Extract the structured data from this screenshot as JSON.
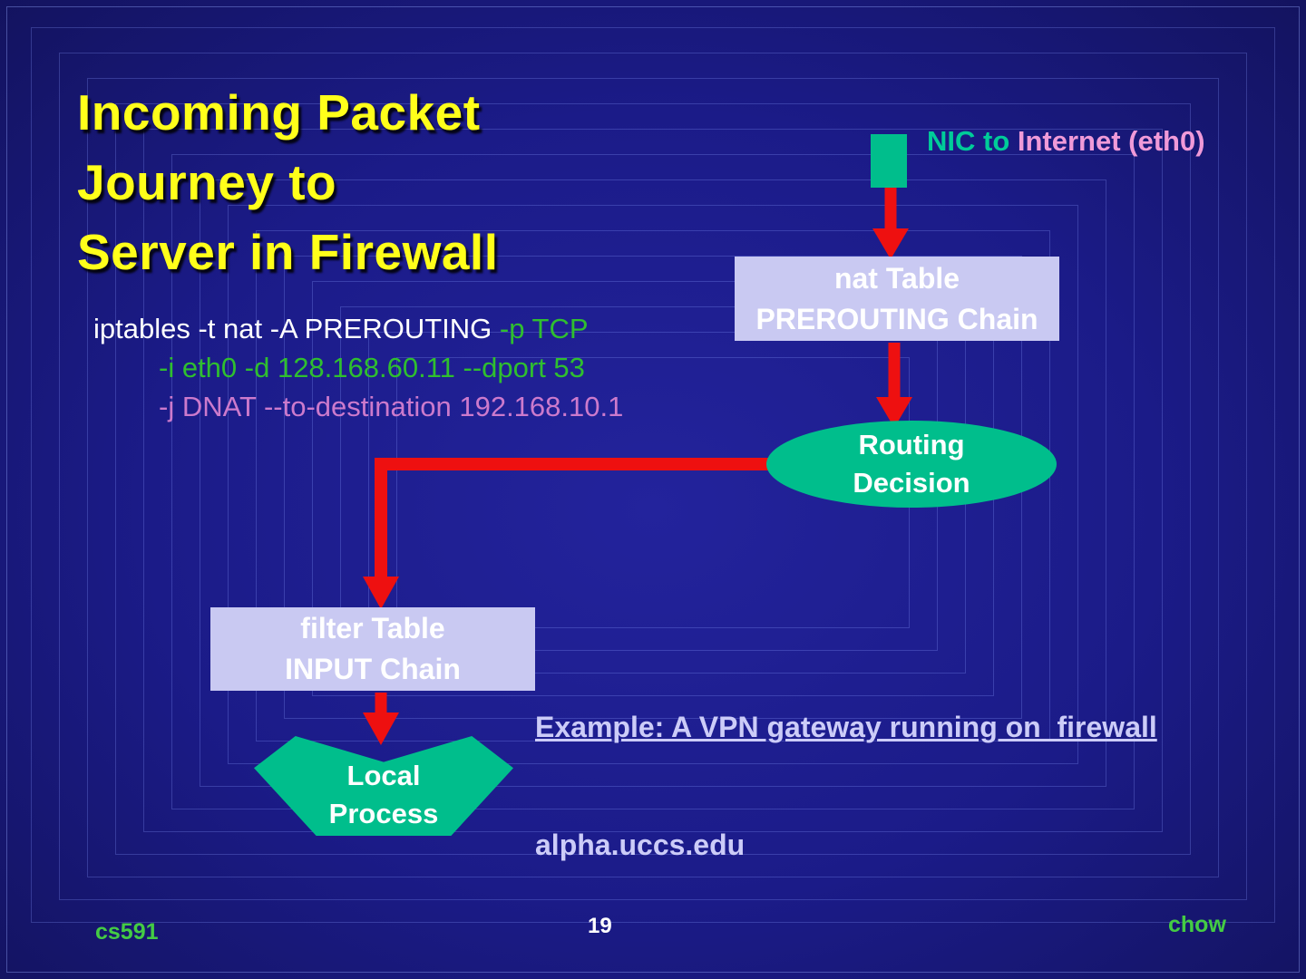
{
  "title": {
    "lines": [
      "Incoming Packet",
      "Journey to",
      "Server in Firewall"
    ]
  },
  "nic": {
    "label_teal": "NIC to ",
    "label_pink": "Internet (eth0)"
  },
  "command": {
    "line1_white": "iptables -t nat -A PREROUTING ",
    "line1_green": "-p TCP",
    "line2_green": "-i eth0 -d 128.168.60.11 --dport 53",
    "line3_plum": "-j DNAT --to-destination 192.168.10.1"
  },
  "diagram": {
    "nat_box": {
      "line1": "nat Table",
      "line2": "PREROUTING Chain"
    },
    "routing_ellipse": {
      "line1": "Routing",
      "line2": "Decision"
    },
    "filter_box": {
      "line1": "filter Table",
      "line2": "INPUT Chain"
    },
    "local_process": {
      "line1": "Local",
      "line2": "Process"
    }
  },
  "example": {
    "line1": "Example: A VPN gateway running on  firewall",
    "line2": "alpha.uccs.edu"
  },
  "footer": {
    "course": "cs591",
    "page_number": "19",
    "author": "chow"
  },
  "colors": {
    "background": "#1B1B88",
    "title_yellow": "#FFFF1A",
    "arrow_red": "#EE1010",
    "node_teal": "#00BE8C",
    "box_lavender": "#C9C9F2",
    "command_green": "#2FBF2F",
    "command_plum": "#CC7ACC",
    "nic_label_teal": "#00CC99",
    "nic_label_pink": "#F09AD8",
    "example_lavender": "#CCCCF8",
    "footer_green": "#44CC44"
  }
}
